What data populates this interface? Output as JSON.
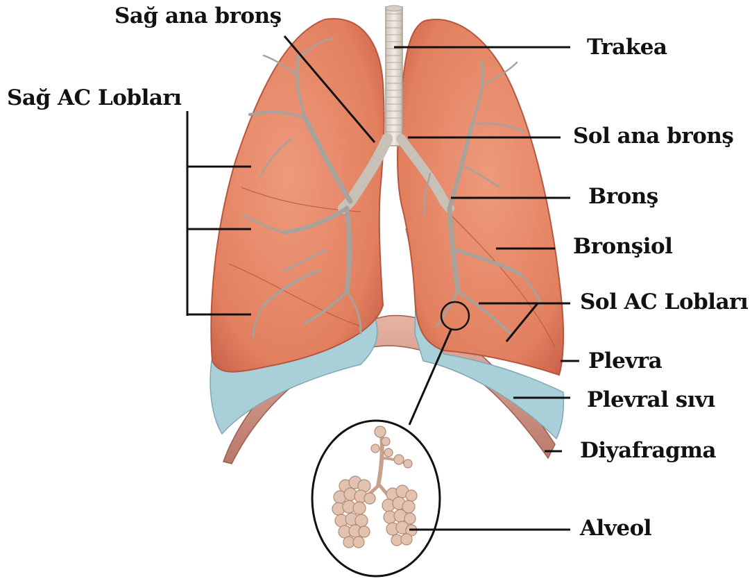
{
  "labels": {
    "sag_ana_brons": "Sağ ana bronş",
    "sag_ac_loblari": "Sağ AC Lobları",
    "trakea": "Trakea",
    "sol_ana_brons": "Sol ana bronş",
    "brons": "Bronş",
    "bronsiol": "Bronşiol",
    "sol_ac_loblari": "Sol AC Lobları",
    "plevra": "Plevra",
    "plevral_sivi": "Plevral sıvı",
    "diyafragma": "Diyafragma",
    "alveol": "Alveol"
  },
  "colors": {
    "lung": "#e8896a",
    "lung_dark": "#c9614a",
    "pleural_fluid": "#a9cfd8",
    "diaphragm": "#c98f7c",
    "trachea": "#e7e0d6",
    "bronchi": "#b8b4ae",
    "alveoli": "#e2c3b0",
    "leader": "#111111"
  }
}
